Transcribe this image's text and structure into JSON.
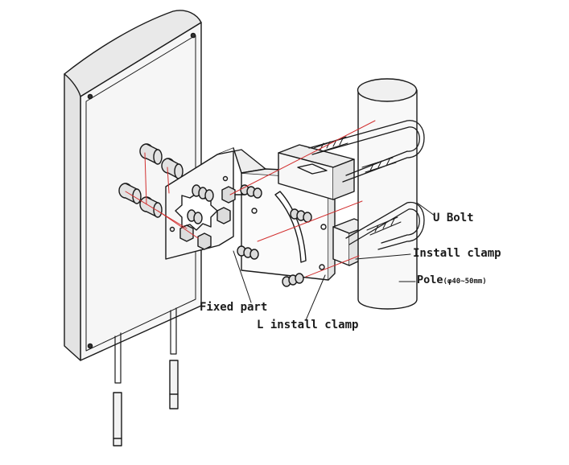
{
  "labels": {
    "u_bolt": "U Bolt",
    "install_clamp": "Install clamp",
    "pole": "Pole",
    "pole_spec": "(φ40~50mm)",
    "fixed_part": "Fixed part",
    "l_install_clamp": "L install clamp"
  },
  "colors": {
    "line": "#1a1a1a",
    "assembly_guide": "#d23030",
    "panel_face": "#f4f4f4",
    "panel_side": "#e6e6e6",
    "hardware": "#d9d9d9"
  }
}
